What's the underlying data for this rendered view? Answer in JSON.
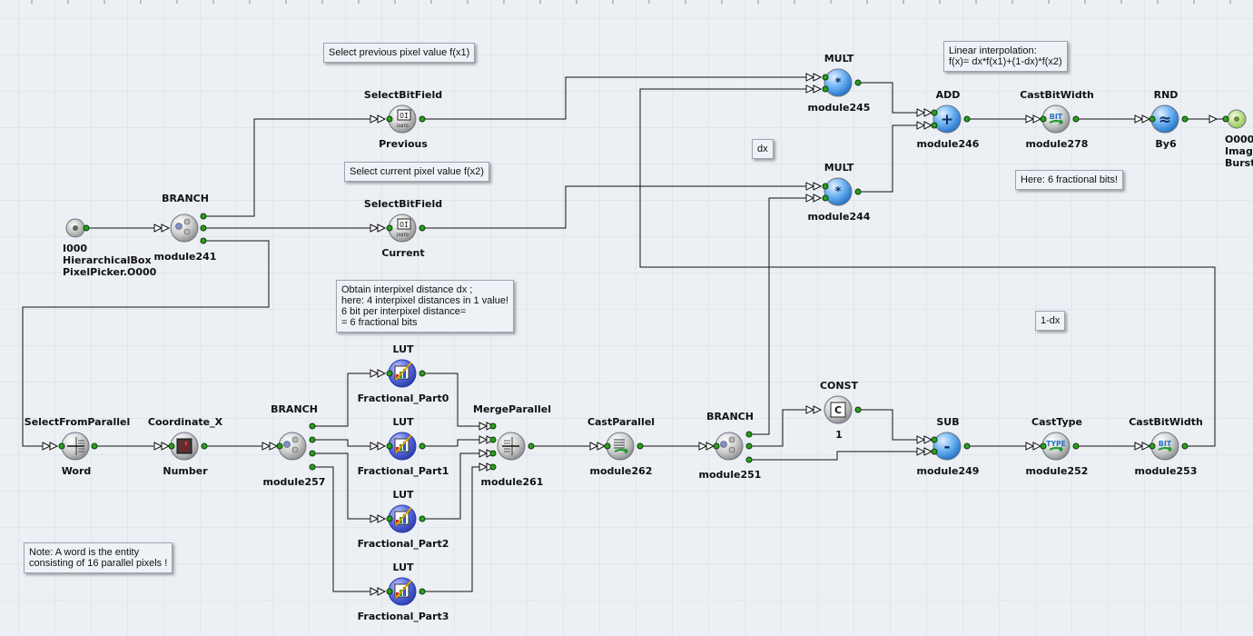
{
  "notes": {
    "prev_pixel": "Select previous pixel value f(x1)",
    "curr_pixel": "Select current pixel value f(x2)",
    "interp": [
      "Linear interpolation:",
      "f(x)= dx*f(x1)+(1-dx)*f(x2)"
    ],
    "dx": "dx",
    "one_minus_dx": "1-dx",
    "frac_bits": "Here: 6 fractional bits!",
    "obtain": [
      "Obtain interpixel distance dx ;",
      "here: 4 interpixel distances in 1 value!",
      "6 bit per interpixel distance=",
      "= 6 fractional bits"
    ],
    "word": [
      "Note: A word is the entity",
      "consisting of 16 parallel pixels !"
    ]
  },
  "operators": {
    "input": {
      "type": "",
      "name": [
        "I000",
        "HierarchicalBox",
        "PixelPicker.O000"
      ]
    },
    "branch241": {
      "type": "BRANCH",
      "name": "module241"
    },
    "sel_prev": {
      "type": "SelectBitField",
      "name": "Previous"
    },
    "sel_curr": {
      "type": "SelectBitField",
      "name": "Current"
    },
    "mult245": {
      "type": "MULT",
      "name": "module245"
    },
    "mult244": {
      "type": "MULT",
      "name": "module244"
    },
    "add246": {
      "type": "ADD",
      "name": "module246"
    },
    "cast278": {
      "type": "CastBitWidth",
      "name": "module278"
    },
    "rnd": {
      "type": "RND",
      "name": "By6"
    },
    "output": {
      "type": "",
      "name": [
        "O000",
        "Image",
        "Burst"
      ]
    },
    "sel_parallel": {
      "type": "SelectFromParallel",
      "name": "Word"
    },
    "coord_x": {
      "type": "Coordinate_X",
      "name": "Number"
    },
    "branch257": {
      "type": "BRANCH",
      "name": "module257"
    },
    "lut0": {
      "type": "LUT",
      "name": "Fractional_Part0"
    },
    "lut1": {
      "type": "LUT",
      "name": "Fractional_Part1"
    },
    "lut2": {
      "type": "LUT",
      "name": "Fractional_Part2"
    },
    "lut3": {
      "type": "LUT",
      "name": "Fractional_Part3"
    },
    "merge": {
      "type": "MergeParallel",
      "name": "module261"
    },
    "castpar": {
      "type": "CastParallel",
      "name": "module262"
    },
    "branch251": {
      "type": "BRANCH",
      "name": "module251"
    },
    "const": {
      "type": "CONST",
      "name": "1"
    },
    "sub": {
      "type": "SUB",
      "name": "module249"
    },
    "casttype": {
      "type": "CastType",
      "name": "module252"
    },
    "cast253": {
      "type": "CastBitWidth",
      "name": "module253"
    }
  },
  "icons": {
    "mult": "*",
    "add": "+",
    "sub": "-",
    "rnd": "≈",
    "cast_bit": "BIT",
    "cast_type": "TYPE",
    "const": "C",
    "select_bit": "IO/IOOTO"
  },
  "colors": {
    "canvas": "#ecf0f4",
    "grid": "#e1e6ec",
    "wire": "#111111",
    "port": "#2ca01c",
    "blue_op": "#3f8fe0",
    "gray_op": "#c9c9c9",
    "lut_op": "#3d54c8",
    "note_bg": "#eef2f7",
    "output_io": "#b8e27a"
  }
}
